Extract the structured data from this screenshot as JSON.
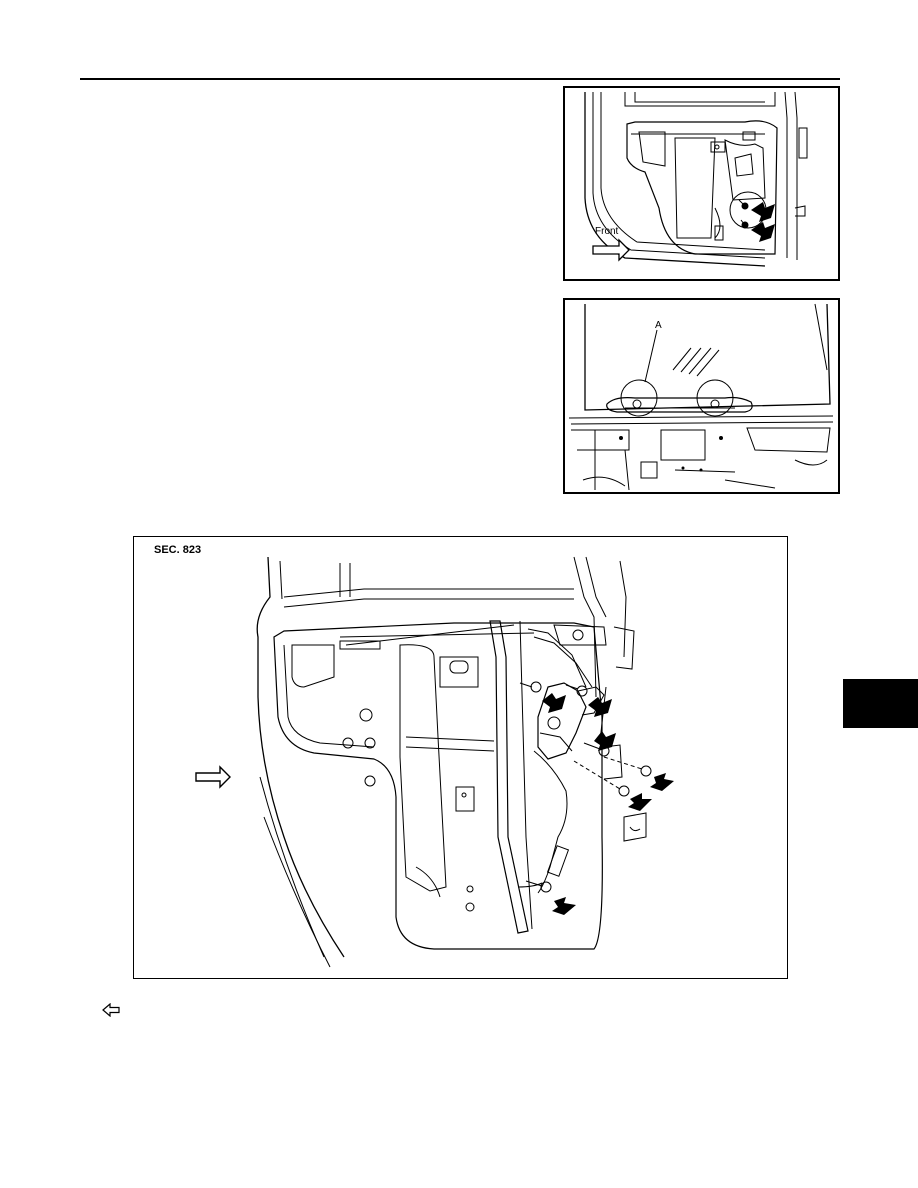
{
  "figures": {
    "door_bolts": {
      "front_label": "Front",
      "arrow_icon": "front-direction-arrow-icon"
    },
    "glass_suction": {
      "part_label": "A"
    },
    "regulator": {
      "section_label": "SEC. 823",
      "arrow_icon": "front-direction-arrow-icon"
    }
  },
  "navigation": {
    "back_icon": "back-arrow-icon"
  },
  "colors": {
    "line": "#000000",
    "background": "#ffffff",
    "section_tab": "#000000"
  }
}
